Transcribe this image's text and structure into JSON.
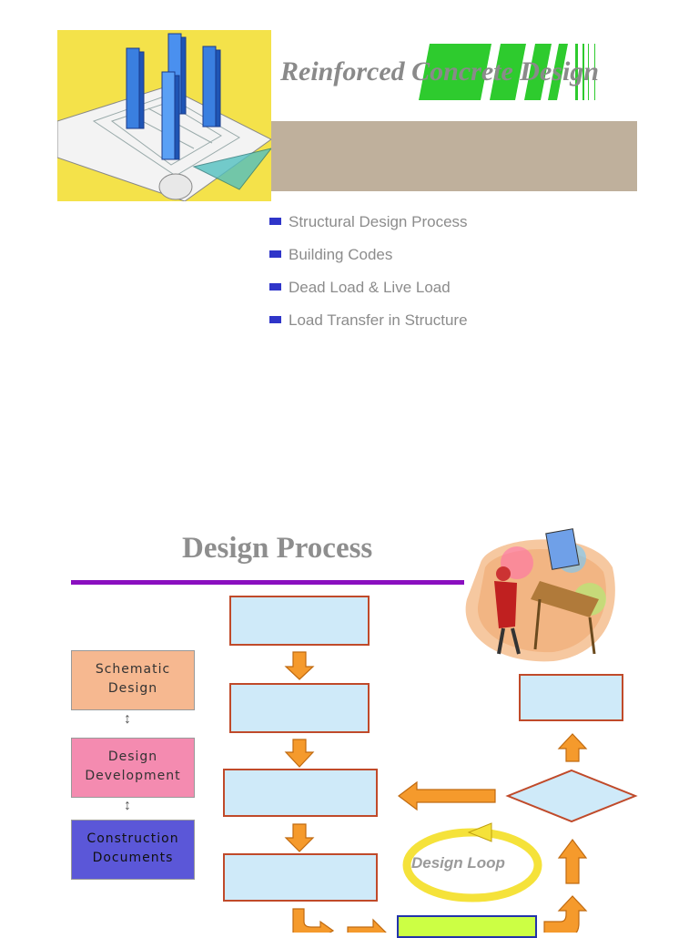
{
  "slide1": {
    "title": "Reinforced Concrete Design",
    "bullets": [
      "Structural Design Process",
      "Building Codes",
      "Dead Load & Live Load",
      "Load Transfer in Structure"
    ]
  },
  "slide2": {
    "title": "Design Process",
    "phases": [
      {
        "line1": "Schematic",
        "line2": "Design"
      },
      {
        "line1": "Design",
        "line2": "Development"
      },
      {
        "line1": "Construction",
        "line2": "Documents"
      }
    ],
    "loop_label": "Design Loop"
  },
  "colors": {
    "accent_purple": "#8a0fc0",
    "bullet_blue": "#2f35c9",
    "stripe_green": "#2ecb2e",
    "flow_box_fill": "#cfeaf9",
    "arrow_orange": "#f59a2c"
  }
}
